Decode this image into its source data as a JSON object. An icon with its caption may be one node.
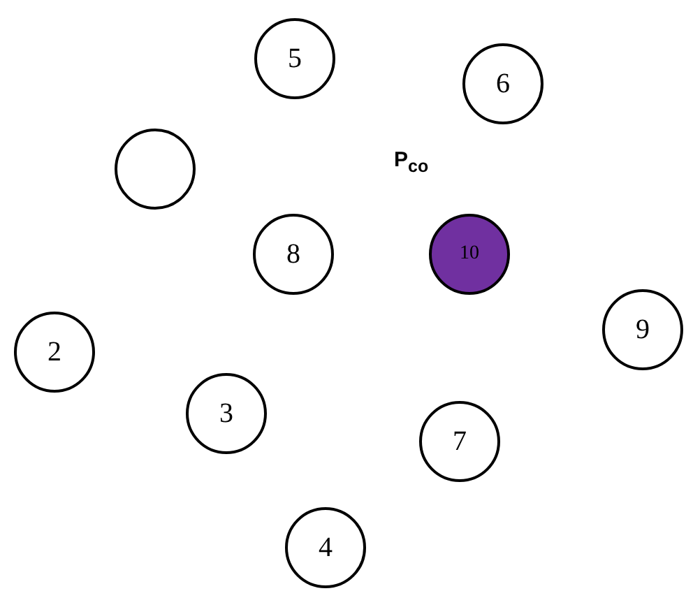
{
  "diagram": {
    "nodes": [
      {
        "text": [
          "5"
        ]
      },
      {
        "text": [
          "6"
        ]
      },
      {
        "text": [],
        "shape": "circle"
      },
      {
        "text": [
          "8"
        ]
      },
      {
        "text": [
          "10"
        ]
      },
      {
        "text": [
          "9"
        ]
      },
      {
        "text": [
          "2"
        ]
      },
      {
        "text": [
          "3"
        ]
      },
      {
        "text": [
          "7"
        ]
      },
      {
        "text": [
          "4"
        ]
      }
    ],
    "edges": [],
    "labels": [
      "P$_{co}$"
    ]
  }
}
